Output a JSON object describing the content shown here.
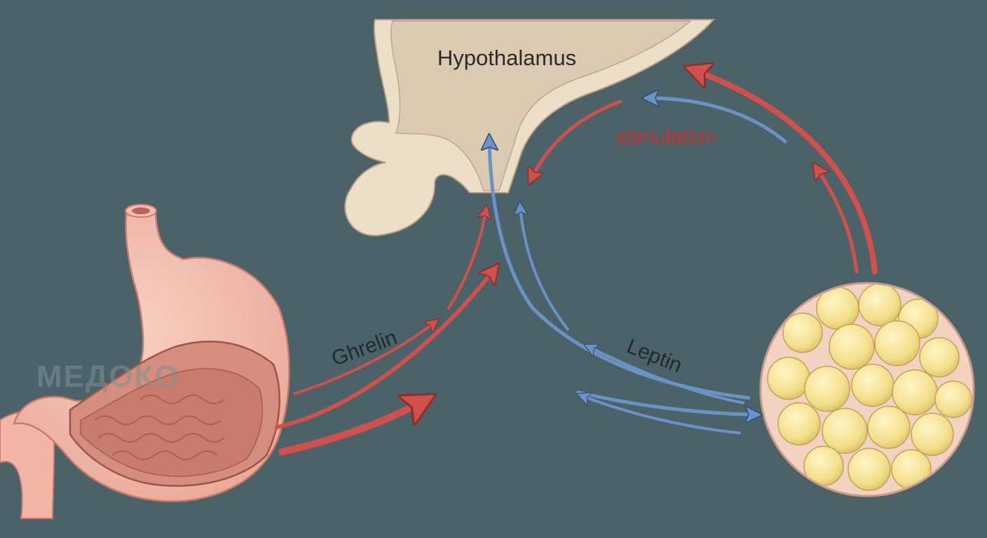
{
  "labels": {
    "hypothalamus": "Hypothalamus",
    "stimulation": "stimulation",
    "ghrelin": "Ghrelin",
    "leptin": "Leptin"
  },
  "watermark": {
    "text": "МЕДОКО"
  },
  "colors": {
    "background": "#4b6268",
    "stimulation_arrow": "#d2504b",
    "leptin_arrow": "#6b92c4",
    "hypothalamus": "#ecdfc7",
    "stomach": "#f2b5a6",
    "fat_cell": "#f3df8a"
  },
  "icons": {
    "stomach": "stomach-illustration",
    "hypothalamus": "brain-hypothalamus-illustration",
    "adipose": "fat-tissue-illustration"
  }
}
